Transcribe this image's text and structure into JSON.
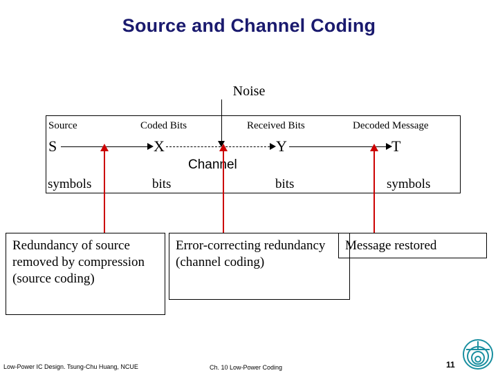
{
  "title": "Source and Channel Coding",
  "diagram": {
    "noise_label": "Noise",
    "headers": {
      "source": "Source",
      "coded_bits": "Coded Bits",
      "received_bits": "Received Bits",
      "decoded_message": "Decoded Message"
    },
    "symbols": {
      "s": "S",
      "x": "X",
      "y": "Y",
      "t": "T"
    },
    "channel_label": "Channel",
    "units": {
      "source_symbols": "symbols",
      "coded_bits": "bits",
      "received_bits": "bits",
      "decoded_symbols": "symbols"
    },
    "descriptions": [
      "Redundancy of source removed by compression (source coding)",
      "Error-correcting redundancy (channel coding)",
      "Message restored"
    ],
    "colors": {
      "title": "#1a1a6e",
      "arrow_red": "#cc0000",
      "line_black": "#000000",
      "logo_teal": "#1a8fa0"
    }
  },
  "footer": {
    "left": "Low-Power IC Design. Tsung-Chu Huang, NCUE",
    "middle": "Ch. 10 Low-Power Coding",
    "page": "11"
  }
}
